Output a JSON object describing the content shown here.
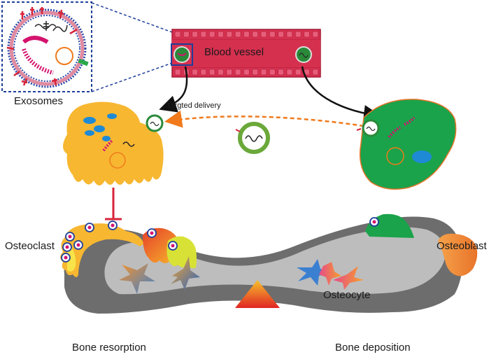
{
  "labels": {
    "exosomes": "Exosomes",
    "blood_vessel": "Blood vessel",
    "targeted_delivery": "Targted delivery",
    "osteoclast": "Osteoclast",
    "osteoblast": "Osteoblast",
    "osteocyte": "Osteocyte",
    "bone_resorption": "Bone resorption",
    "bone_deposition": "Bone deposition"
  },
  "colors": {
    "vessel": "#d6304f",
    "vessel_cells": "#e85d79",
    "osteoclast": "#f7b731",
    "osteoblast": "#1aa34a",
    "bone": "#bdbdbd",
    "bone_dark": "#6d6d6d",
    "delivery_arrow": "#f07a1c",
    "inset_border": "#1f3f9a"
  }
}
